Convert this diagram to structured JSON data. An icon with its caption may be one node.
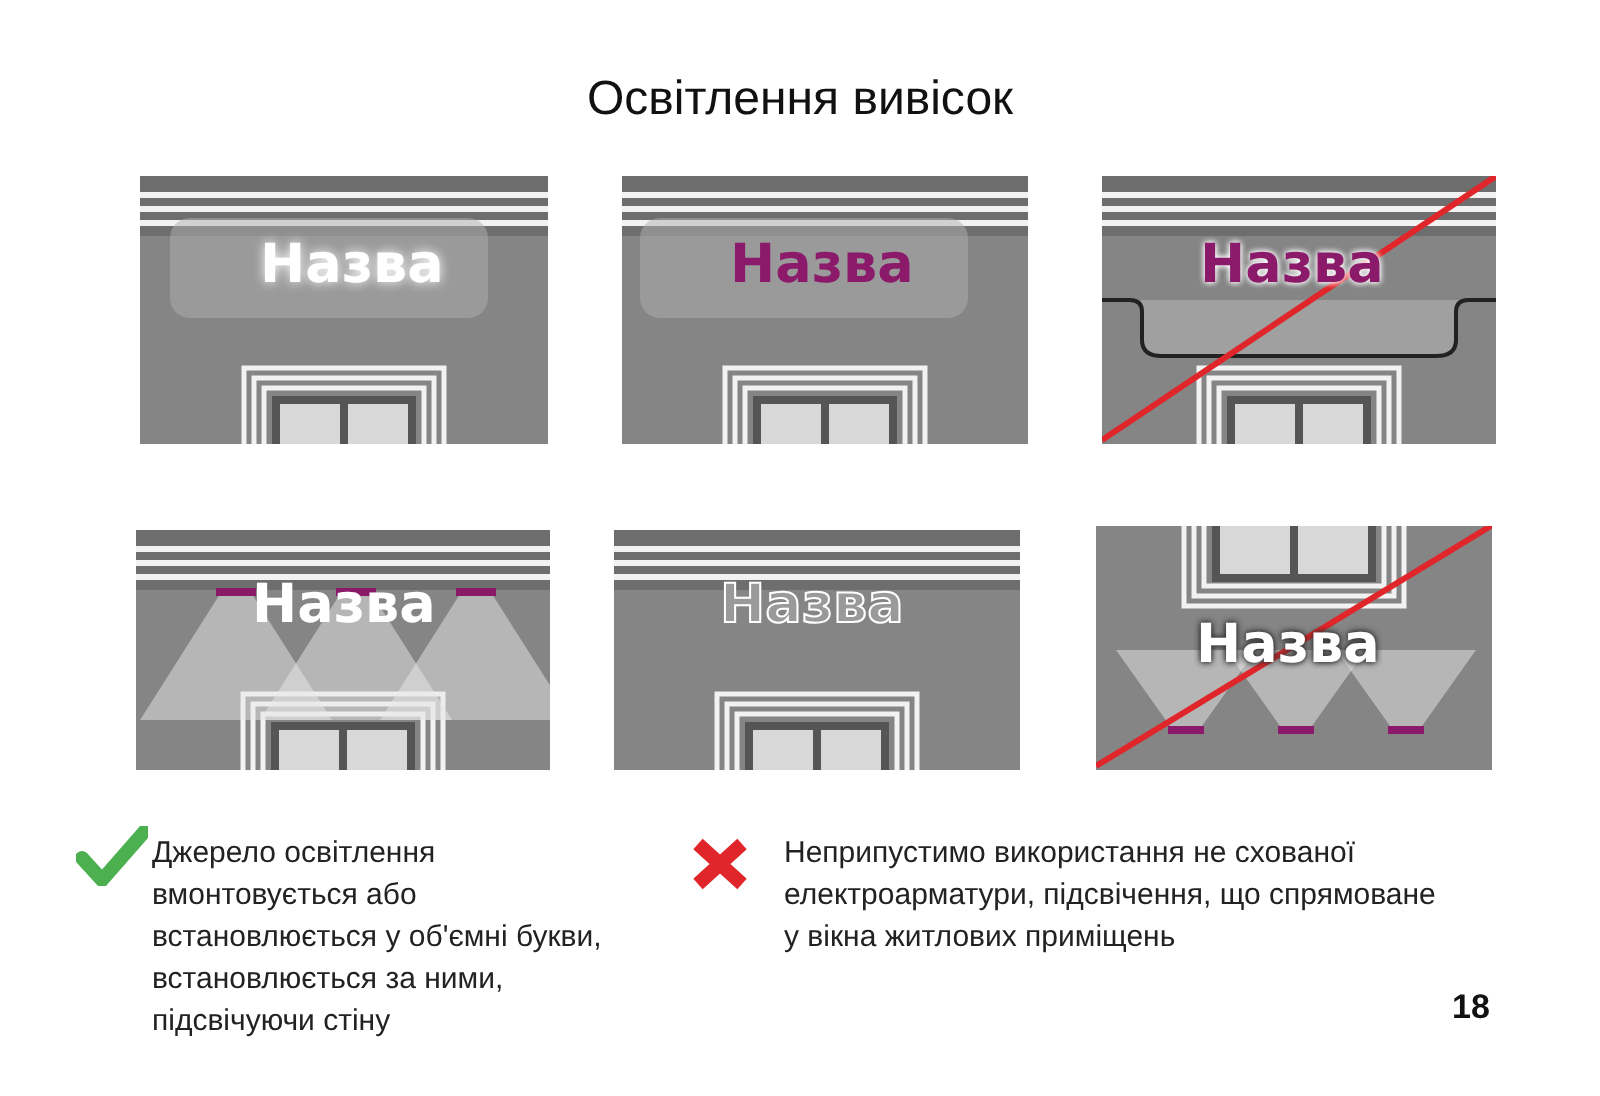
{
  "diagram": {
    "title": "Освітлення вивісок",
    "labels": [
      "Назва",
      "Назва",
      "Назва",
      "Назва",
      "Назва",
      "Назва",
      "Джерело освітлення вмонтовується або встановлюється у об'ємні букви, встановлюється за ними, підсвічуючи стіну",
      "Неприпустимо використання не схованої електроарматури, підсвічення, що спрямоване у вікна житлових приміщень",
      "18"
    ]
  }
}
